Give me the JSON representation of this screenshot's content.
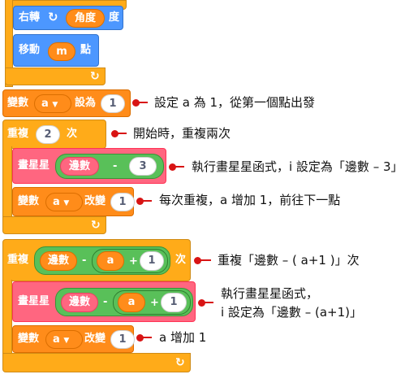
{
  "blocks": {
    "turn_right": {
      "label": "右轉",
      "icon": "rotate-right-icon",
      "param": "角度",
      "unit": "度"
    },
    "move": {
      "label": "移動",
      "param": "m",
      "unit": "點"
    },
    "set_var1": {
      "label": "變數",
      "var": "a",
      "op": "設為",
      "value": "1"
    },
    "repeat1": {
      "label": "重複",
      "count": "2",
      "unit": "次"
    },
    "draw_star1": {
      "label": "畫星星",
      "operand1": "邊數",
      "operator": "-",
      "operand2": "3"
    },
    "change_var1": {
      "label": "變數",
      "var": "a",
      "op": "改變",
      "value": "1"
    },
    "repeat2": {
      "label": "重複",
      "operand1": "邊數",
      "operator1": "-",
      "operand2": "a",
      "operator2": "+",
      "operand3": "1",
      "unit": "次"
    },
    "draw_star2": {
      "label": "畫星星",
      "operand1": "邊數",
      "operator1": "-",
      "operand2": "a",
      "operator2": "+",
      "operand3": "1"
    },
    "change_var2": {
      "label": "變數",
      "var": "a",
      "op": "改變",
      "value": "1"
    }
  },
  "annotations": {
    "set_var": "設定 a 為 1，從第一個點出發",
    "repeat1": "開始時，重複兩次",
    "draw_star1": "執行畫星星函式，i 設定為「邊數 – 3」",
    "change_var1": "每次重複，a 增加 1，前往下一點",
    "repeat2": "重複「邊數 – ( a+1 )」次",
    "draw_star2_line1": "執行畫星星函式，",
    "draw_star2_line2": "i 設定為「邊數 – (a+1)」",
    "change_var2": "a 增加 1"
  },
  "colors": {
    "motion": "#4c97ff",
    "control": "#ffab19",
    "variables": "#ff8c1a",
    "custom": "#ff6680",
    "operators": "#59c059",
    "annotation": "#d81414"
  }
}
